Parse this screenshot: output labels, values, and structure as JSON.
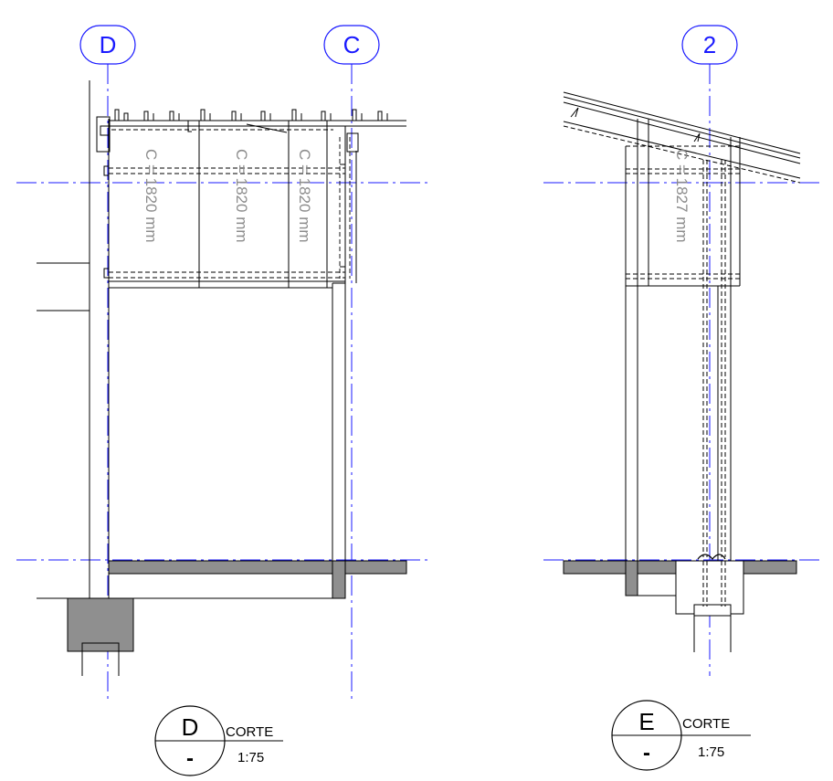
{
  "colors": {
    "grid": "#1a1aff",
    "dimension": "#8c8c8c",
    "concrete": "#8f8f8f",
    "line": "#000000"
  },
  "left_section": {
    "grid_labels": [
      "D",
      "C"
    ],
    "dimensions": [
      "C = 1820 mm",
      "C = 1820 mm",
      "C = 1820 mm"
    ],
    "tag": {
      "number": "D",
      "sheet": "-",
      "type": "CORTE",
      "scale": "1:75"
    }
  },
  "right_section": {
    "grid_labels": [
      "2"
    ],
    "dimensions": [
      "C = 1827 mm"
    ],
    "tag": {
      "number": "E",
      "sheet": "-",
      "type": "CORTE",
      "scale": "1:75"
    }
  }
}
